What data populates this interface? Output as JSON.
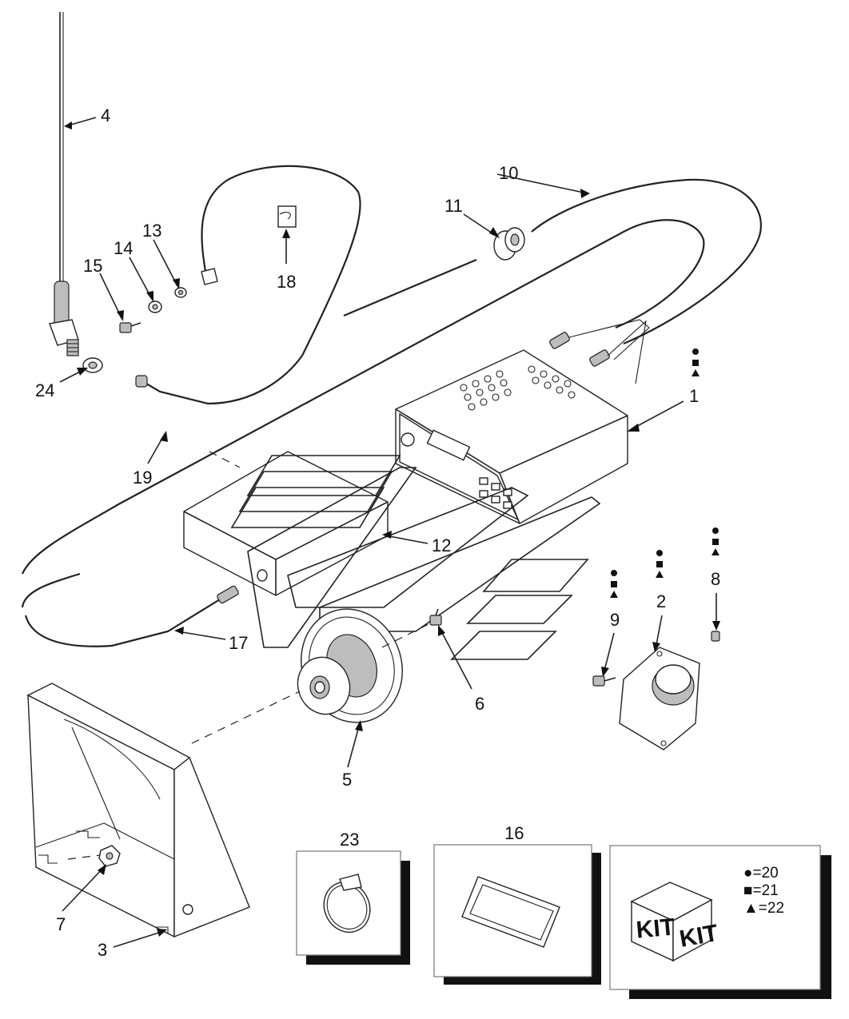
{
  "callouts": {
    "c1": "1",
    "c2": "2",
    "c3": "3",
    "c4": "4",
    "c5": "5",
    "c6": "6",
    "c7": "7",
    "c8": "8",
    "c9": "9",
    "c10": "10",
    "c11": "11",
    "c12": "12",
    "c13": "13",
    "c14": "14",
    "c15": "15",
    "c16": "16",
    "c17": "17",
    "c18": "18",
    "c19": "19",
    "c23": "23",
    "c24": "24"
  },
  "kit": {
    "label_left": "KIT",
    "label_right": "KIT",
    "legend": [
      "●=20",
      "■=21",
      "▲=22"
    ]
  },
  "colors": {
    "line": "#222222",
    "shadow": "#111111",
    "shade": "#bdbdbd"
  }
}
